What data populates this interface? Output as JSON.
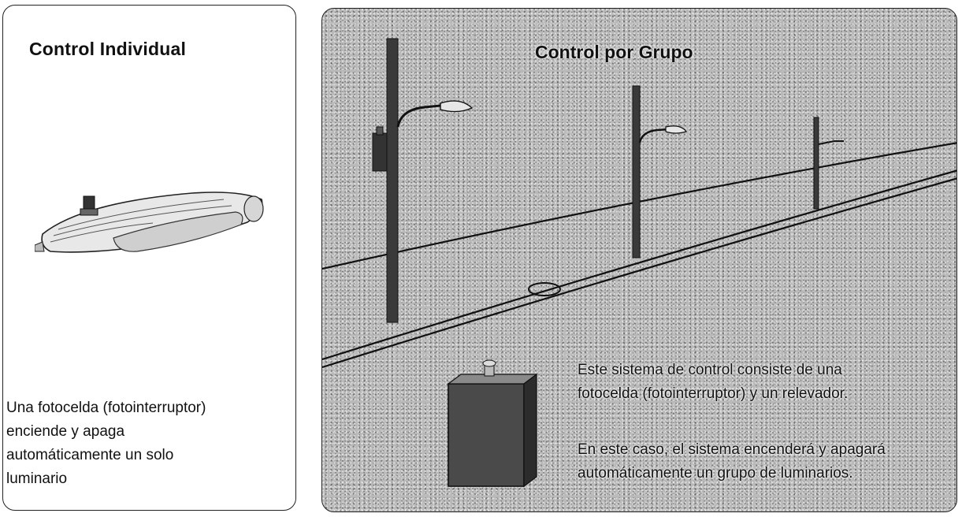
{
  "individual": {
    "title": "Control Individual",
    "description_lines": [
      "Una fotocelda (fotointerruptor)",
      "enciende y apaga",
      "automáticamente un solo",
      "luminario"
    ],
    "image": "street-luminaire-with-photocell"
  },
  "group": {
    "title": "Control por Grupo",
    "paragraph1_lines": [
      "Este sistema de control consiste de una",
      "fotocelda (fotointerruptor) y un relevador."
    ],
    "paragraph2_lines": [
      "En este caso, el sistema encenderá y apagará",
      "automáticamente un grupo de luminarios."
    ],
    "image": "street-poles-with-wiring-and-relay-box"
  }
}
